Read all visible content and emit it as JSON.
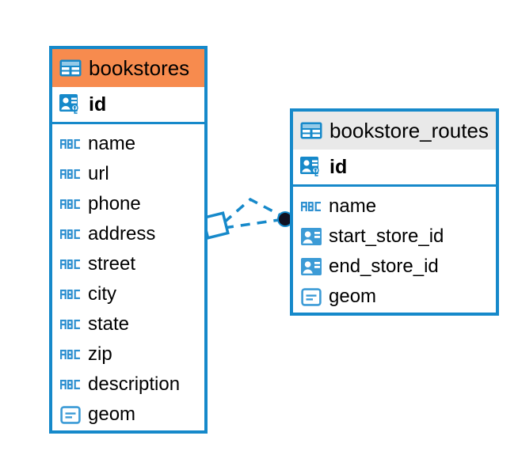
{
  "diagram": {
    "type": "entity-relationship-diagram",
    "background_color": "#FFFFFF",
    "accent_color": "#1689CA",
    "highlight_color": "#F78B4E",
    "header_grey": "#E9E9E9"
  },
  "entities": [
    {
      "name": "bookstores",
      "header_style": "accent-orange",
      "table_icon": "table-icon",
      "primary_key": {
        "label": "id",
        "icon": "primary-key-icon"
      },
      "fields": [
        {
          "label": "name",
          "icon": "text-type-icon",
          "icon_text": "ABC"
        },
        {
          "label": "url",
          "icon": "text-type-icon",
          "icon_text": "ABC"
        },
        {
          "label": "phone",
          "icon": "text-type-icon",
          "icon_text": "ABC"
        },
        {
          "label": "address",
          "icon": "text-type-icon",
          "icon_text": "ABC"
        },
        {
          "label": "street",
          "icon": "text-type-icon",
          "icon_text": "ABC"
        },
        {
          "label": "city",
          "icon": "text-type-icon",
          "icon_text": "ABC"
        },
        {
          "label": "state",
          "icon": "text-type-icon",
          "icon_text": "ABC"
        },
        {
          "label": "zip",
          "icon": "text-type-icon",
          "icon_text": "ABC"
        },
        {
          "label": "description",
          "icon": "text-type-icon",
          "icon_text": "ABC"
        },
        {
          "label": "geom",
          "icon": "geometry-type-icon",
          "icon_text": ""
        }
      ]
    },
    {
      "name": "bookstore_routes",
      "header_style": "accent-grey",
      "table_icon": "table-icon",
      "primary_key": {
        "label": "id",
        "icon": "primary-key-icon"
      },
      "fields": [
        {
          "label": "name",
          "icon": "text-type-icon",
          "icon_text": "ABC"
        },
        {
          "label": "start_store_id",
          "icon": "foreign-key-icon",
          "icon_text": ""
        },
        {
          "label": "end_store_id",
          "icon": "foreign-key-icon",
          "icon_text": ""
        },
        {
          "label": "geom",
          "icon": "geometry-type-icon",
          "icon_text": ""
        }
      ]
    }
  ],
  "relationships": [
    {
      "source_marker": "diamond-marker",
      "target_marker": "filled-circle-marker",
      "line_style": "dashed",
      "color": "#1689CA"
    },
    {
      "source_marker": "diamond-marker",
      "target_marker": "filled-circle-marker",
      "line_style": "dashed",
      "color": "#1689CA"
    }
  ]
}
